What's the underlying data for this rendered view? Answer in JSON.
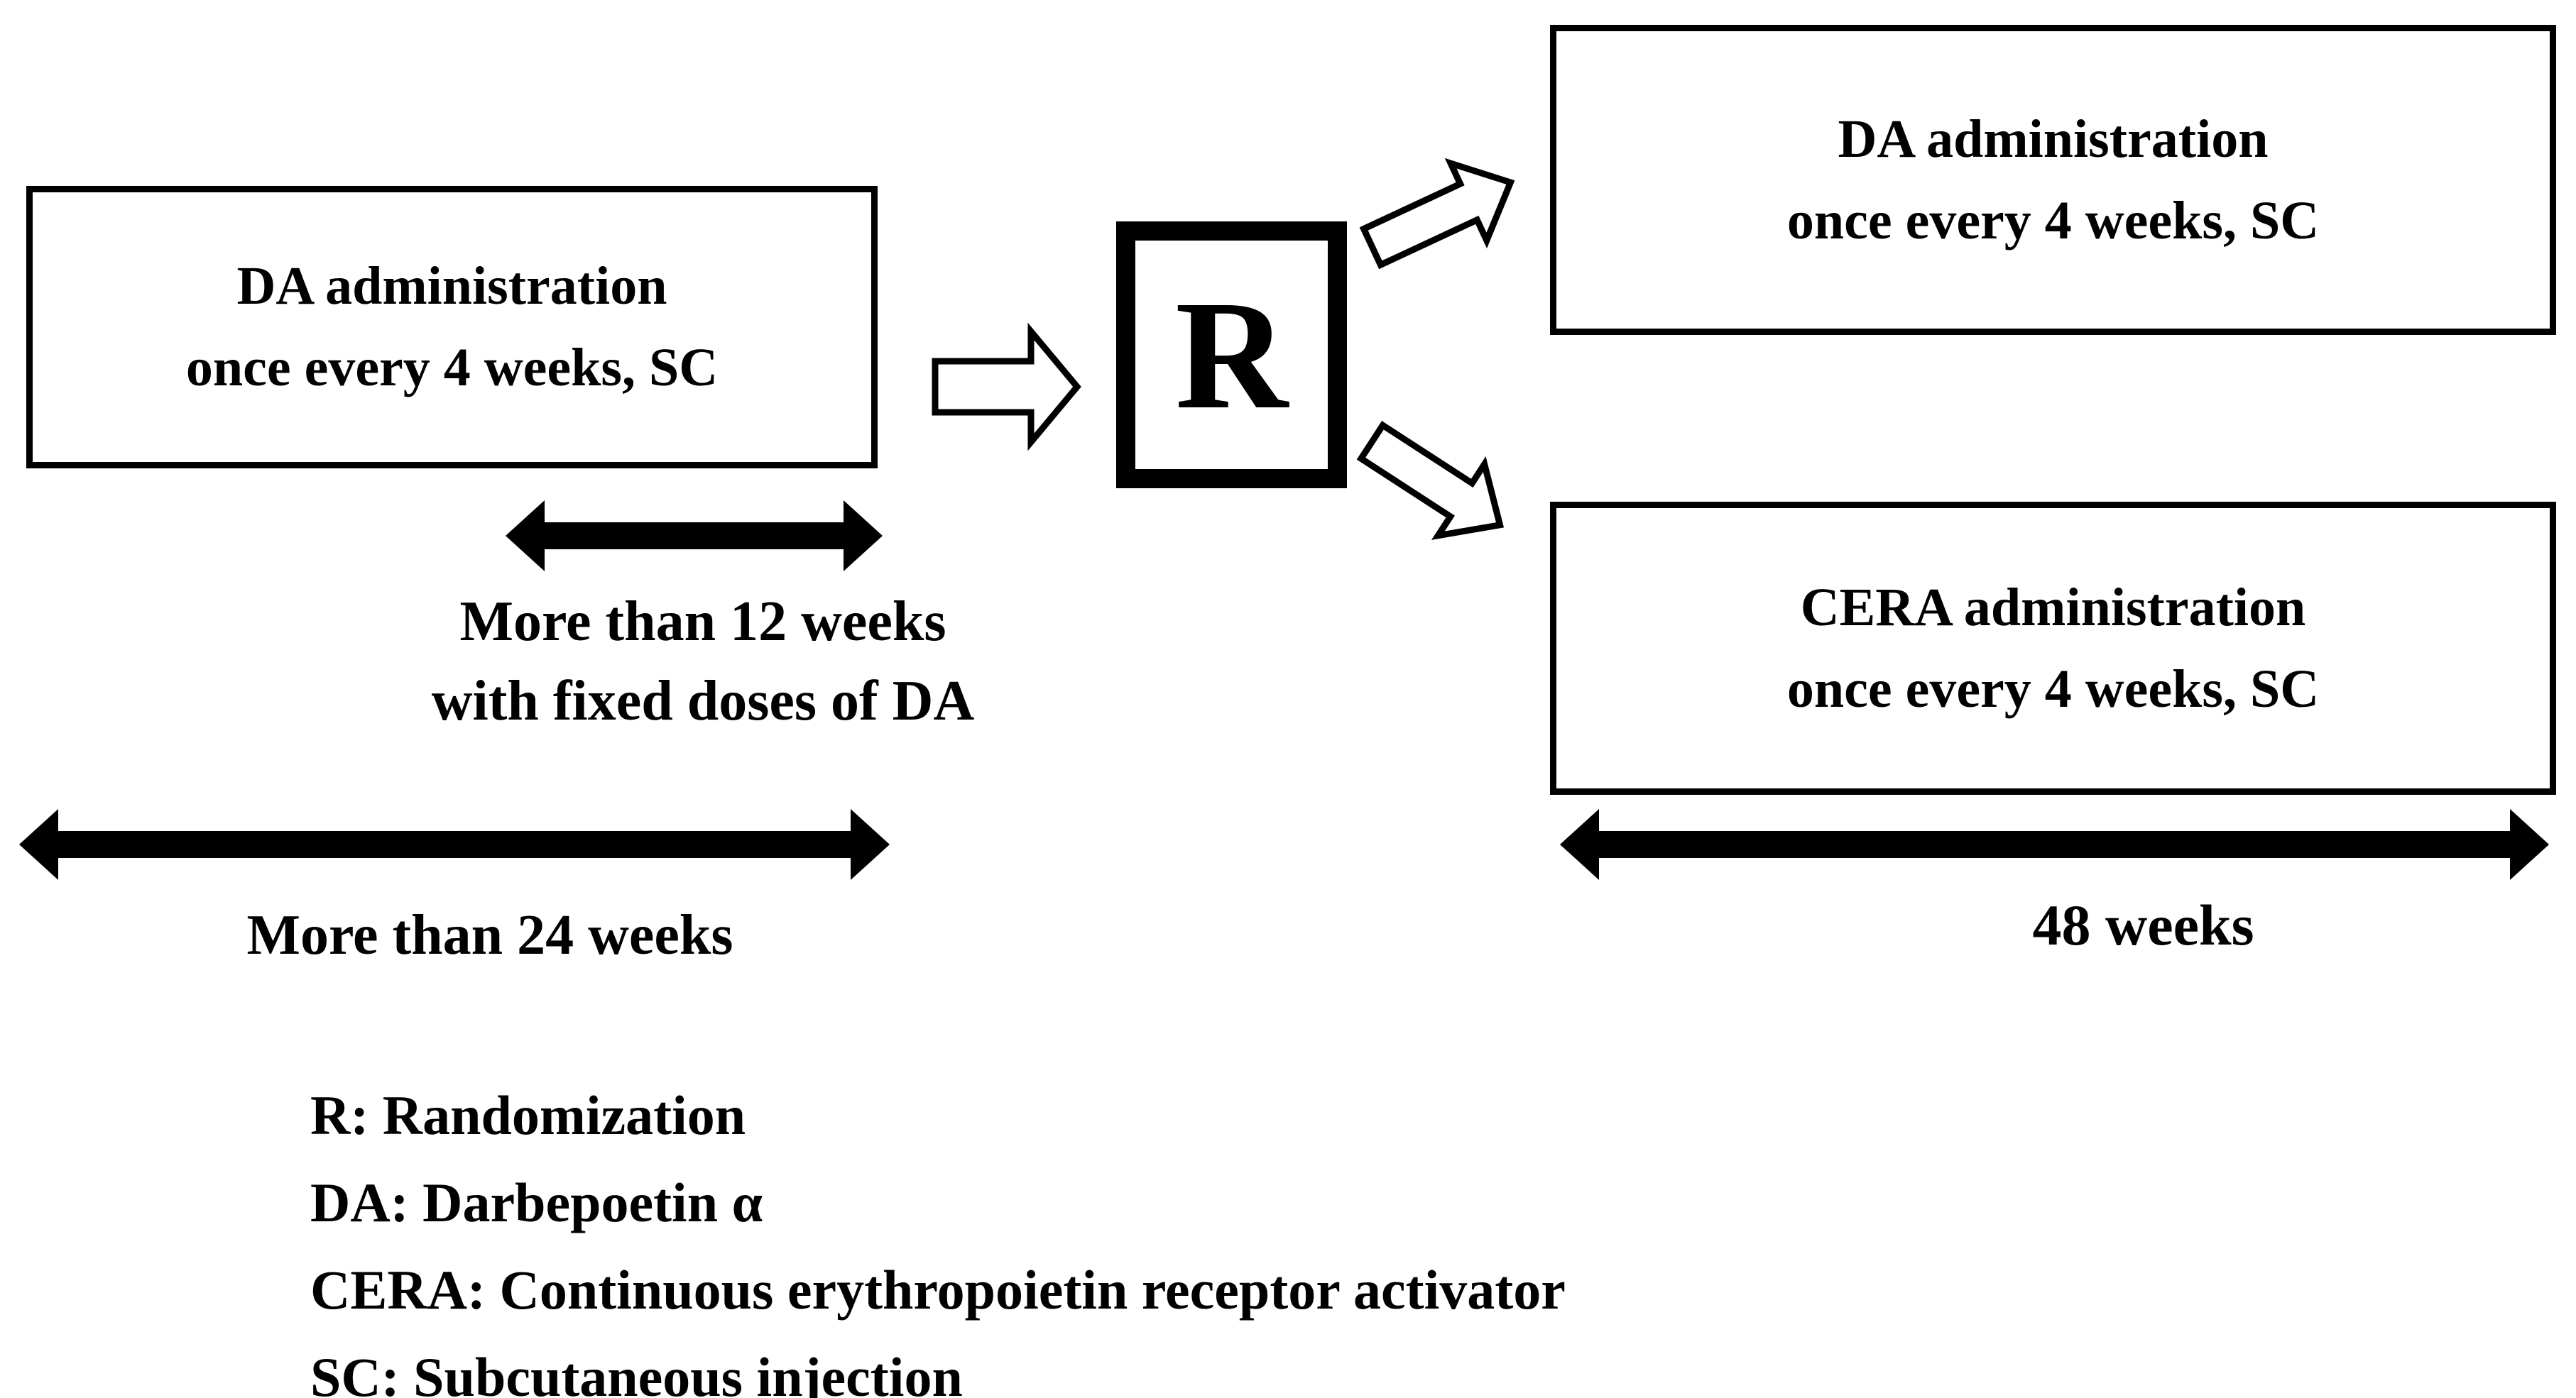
{
  "diagram": {
    "left_box": {
      "line1": "DA administration",
      "line2": "once every 4 weeks, SC"
    },
    "randomization_box": {
      "label": "R"
    },
    "top_right_box": {
      "line1": "DA administration",
      "line2": "once every 4 weeks, SC"
    },
    "bottom_right_box": {
      "line1": "CERA administration",
      "line2": "once every 4 weeks, SC"
    },
    "annotations": {
      "fixed_dose_period_line1": "More than 12 weeks",
      "fixed_dose_period_line2": "with fixed doses of DA",
      "pre_randomization_period": "More than 24 weeks",
      "post_randomization_period": "48 weeks"
    },
    "legend": [
      "R: Randomization",
      "DA: Darbepoetin α",
      "CERA: Continuous erythropoietin receptor activator",
      "SC: Subcutaneous injection"
    ],
    "colors": {
      "foreground": "#000000",
      "background": "#ffffff"
    }
  }
}
